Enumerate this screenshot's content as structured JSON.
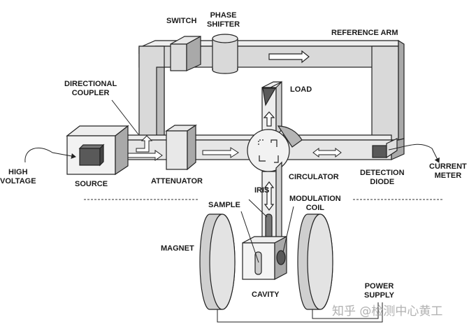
{
  "title": "EPR / ESR Spectrometer Block Diagram",
  "colors": {
    "waveguide": "#d9d9d9",
    "waveguide_side": "#a9a9a9",
    "dark_component": "#595959",
    "outline": "#222222"
  },
  "labels": {
    "switch": "SWITCH",
    "phase_shifter": "PHASE\nSHIFTER",
    "reference_arm": "REFERENCE ARM",
    "directional_coupler": "DIRECTIONAL\nCOUPLER",
    "load": "LOAD",
    "high_voltage": "HIGH\nVOLTAGE",
    "source": "SOURCE",
    "attenuator": "ATTENUATOR",
    "circulator": "CIRCULATOR",
    "detection_diode": "DETECTION\nDIODE",
    "current_meter": "CURRENT\nMETER",
    "iris": "IRIS",
    "sample": "SAMPLE",
    "modulation_coil": "MODULATION\nCOIL",
    "magnet": "MAGNET",
    "cavity": "CAVITY",
    "power_supply": "POWER\nSUPPLY"
  },
  "watermark": "知乎 @检测中心黄工"
}
